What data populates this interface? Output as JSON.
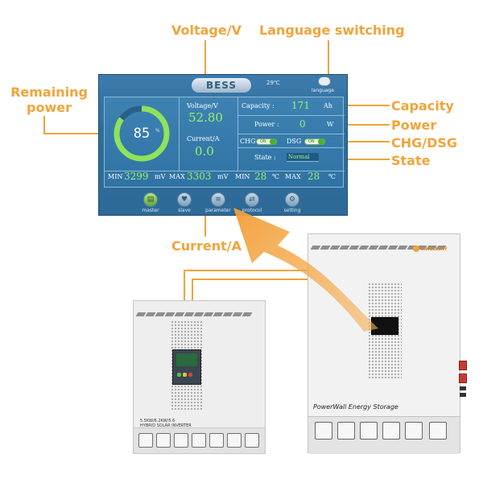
{
  "callouts": {
    "voltage": "Voltage/V",
    "language": "Language switching",
    "remaining": "Remaining power",
    "capacity": "Capacity",
    "power": "Power",
    "chg_dsg": "CHG/DSG",
    "state": "State",
    "current": "Current/A"
  },
  "screen": {
    "title": "BESS",
    "temperature": "29℃",
    "language_label": "language",
    "remaining_power": "85",
    "remaining_unit": "%",
    "voltage_label": "Voltage/V",
    "voltage_value": "52.80",
    "current_label": "Current/A",
    "current_value": "0.0",
    "capacity_label": "Capacity :",
    "capacity_value": "171",
    "capacity_unit": "Ah",
    "power_label": "Power :",
    "power_value": "0",
    "power_unit": "W",
    "chg_label": "CHG",
    "chg_toggle": "ON",
    "dsg_label": "DSG",
    "dsg_toggle": "ON",
    "state_label": "State :",
    "state_value": "Normal",
    "min_label": "MIN",
    "min_mv": "3299",
    "mv_unit": "mV",
    "max_label": "MAX",
    "max_mv": "3303",
    "min_temp": "28",
    "max_temp": "28",
    "temp_unit": "℃",
    "nav": [
      "master",
      "slave",
      "parameter",
      "protocol",
      "setting"
    ],
    "colors": {
      "accent": "#9ef06a",
      "gauge": "#8ee35a",
      "panel": "#2f73a4"
    }
  },
  "inverter": {
    "brand_line1": "5.5KW/6.2KW/5.6",
    "brand_line2": "HYBRID SOLAR INVERTER"
  },
  "storage": {
    "logo": "ENTELECHY",
    "name": "PowerWall Energy Storage"
  },
  "colors": {
    "orange": "#f0a43a"
  }
}
